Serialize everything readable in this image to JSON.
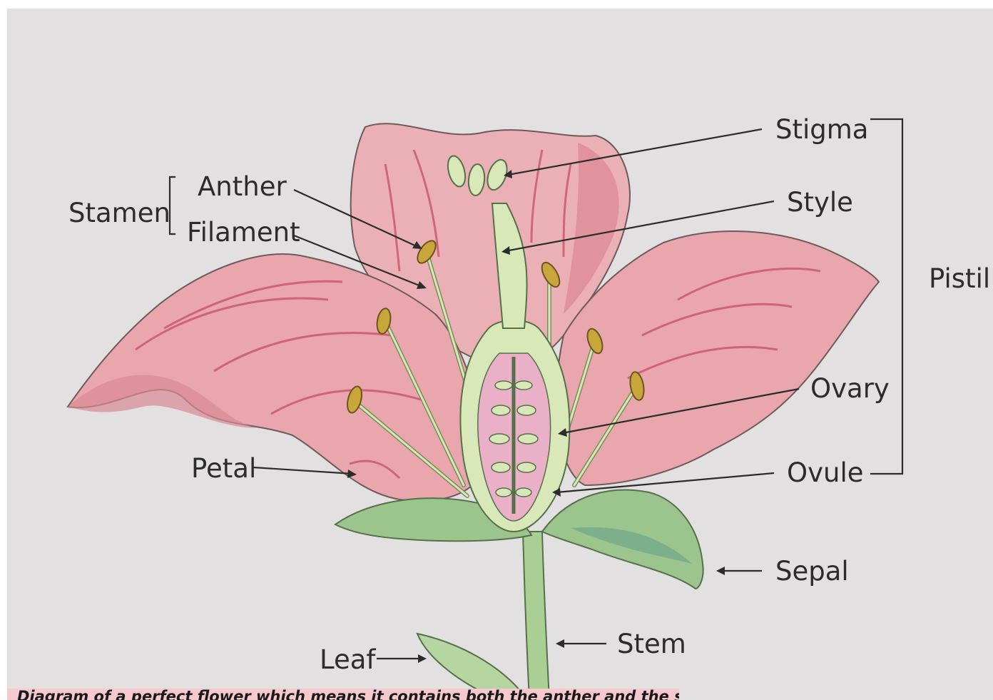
{
  "labels": {
    "stamen": "Stamen",
    "anther": "Anther",
    "filament": "Filament",
    "stigma": "Stigma",
    "style": "Style",
    "pistil": "Pistil",
    "ovary": "Ovary",
    "ovule": "Ovule",
    "petal": "Petal",
    "sepal": "Sepal",
    "stem": "Stem",
    "leaf": "Leaf"
  },
  "caption": "Diagram of a perfect flower which means it contains both the anther and the stigma",
  "colors": {
    "paper": "#e2e0e1",
    "petal": "#e8a2a9",
    "petal_vein": "#c64f66",
    "sepal": "#9cc58e",
    "stem": "#a9cf95",
    "anther": "#c8a63a",
    "ink": "#2c2c2c",
    "caption_band": "#f6c9cf"
  }
}
